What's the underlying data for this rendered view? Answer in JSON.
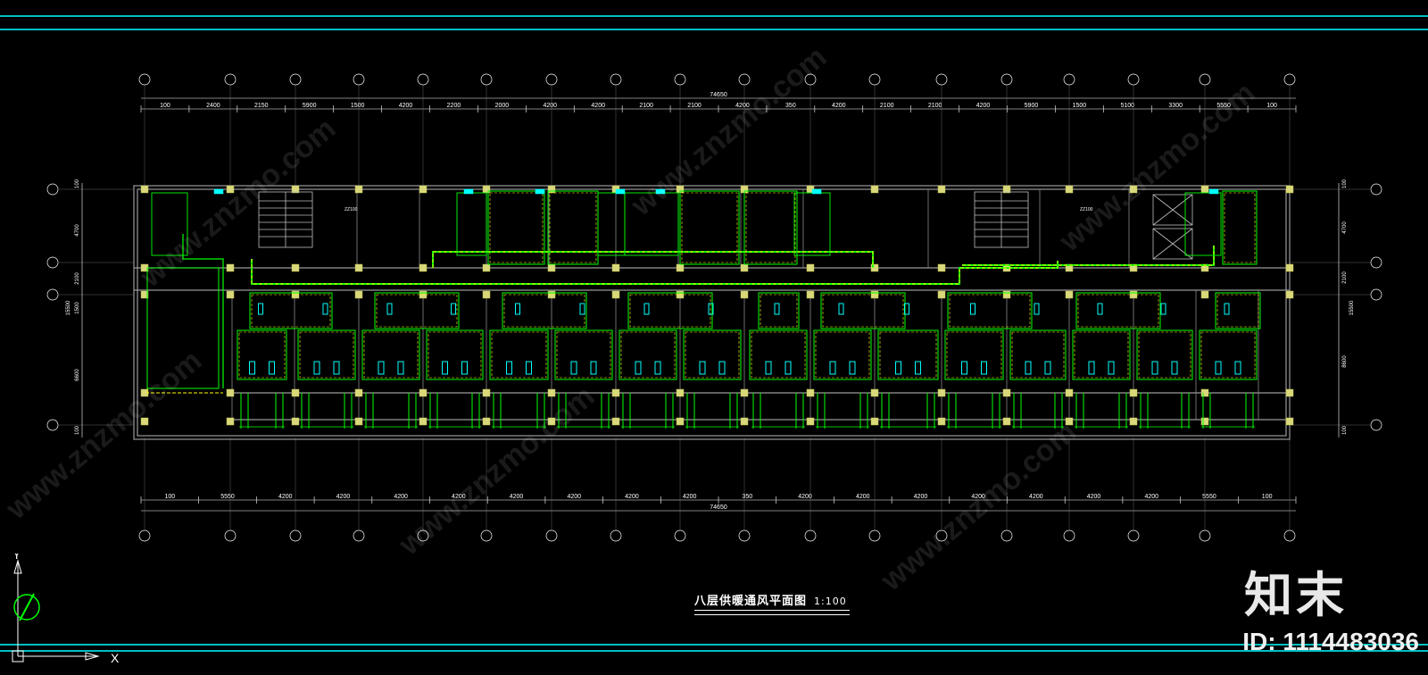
{
  "drawing": {
    "title": "八层供暖通风平面图",
    "scale": "1:100",
    "overall_dim_top": "74650",
    "overall_dim_bottom": "74650",
    "top_dims": [
      "100",
      "2400",
      "2150",
      "5900",
      "1500",
      "4200",
      "2200",
      "2000",
      "4200",
      "4200",
      "2100",
      "2100",
      "4200",
      "350",
      "4200",
      "2100",
      "2100",
      "4200",
      "5900",
      "1500",
      "5100",
      "3300",
      "5550",
      "100"
    ],
    "bottom_dims": [
      "100",
      "5550",
      "4200",
      "4200",
      "4200",
      "4200",
      "4200",
      "4200",
      "4200",
      "4200",
      "350",
      "4200",
      "4200",
      "4200",
      "4200",
      "4200",
      "4200",
      "4200",
      "5550",
      "100"
    ],
    "left_dims": [
      "100",
      "4700",
      "2100",
      "1500",
      "15500",
      "6600",
      "100"
    ],
    "right_dims": [
      "100",
      "4700",
      "2100",
      "15500",
      "8600",
      "100"
    ],
    "stair_room_labels": [
      "ZZ100",
      "ZZ100"
    ]
  },
  "watermark": {
    "brand": "知末",
    "id_text": "ID: 1114483036",
    "repeat_text": "www.znzmo.com"
  },
  "ucs": {
    "x_label": "X",
    "y_label": "Y"
  },
  "colors": {
    "background": "#000000",
    "frame": "#00ffff",
    "wall": "#9a9a9a",
    "duct": "#ffff00",
    "pipe": "#00ff00",
    "fan": "#00ffff",
    "text": "#ffffff"
  }
}
